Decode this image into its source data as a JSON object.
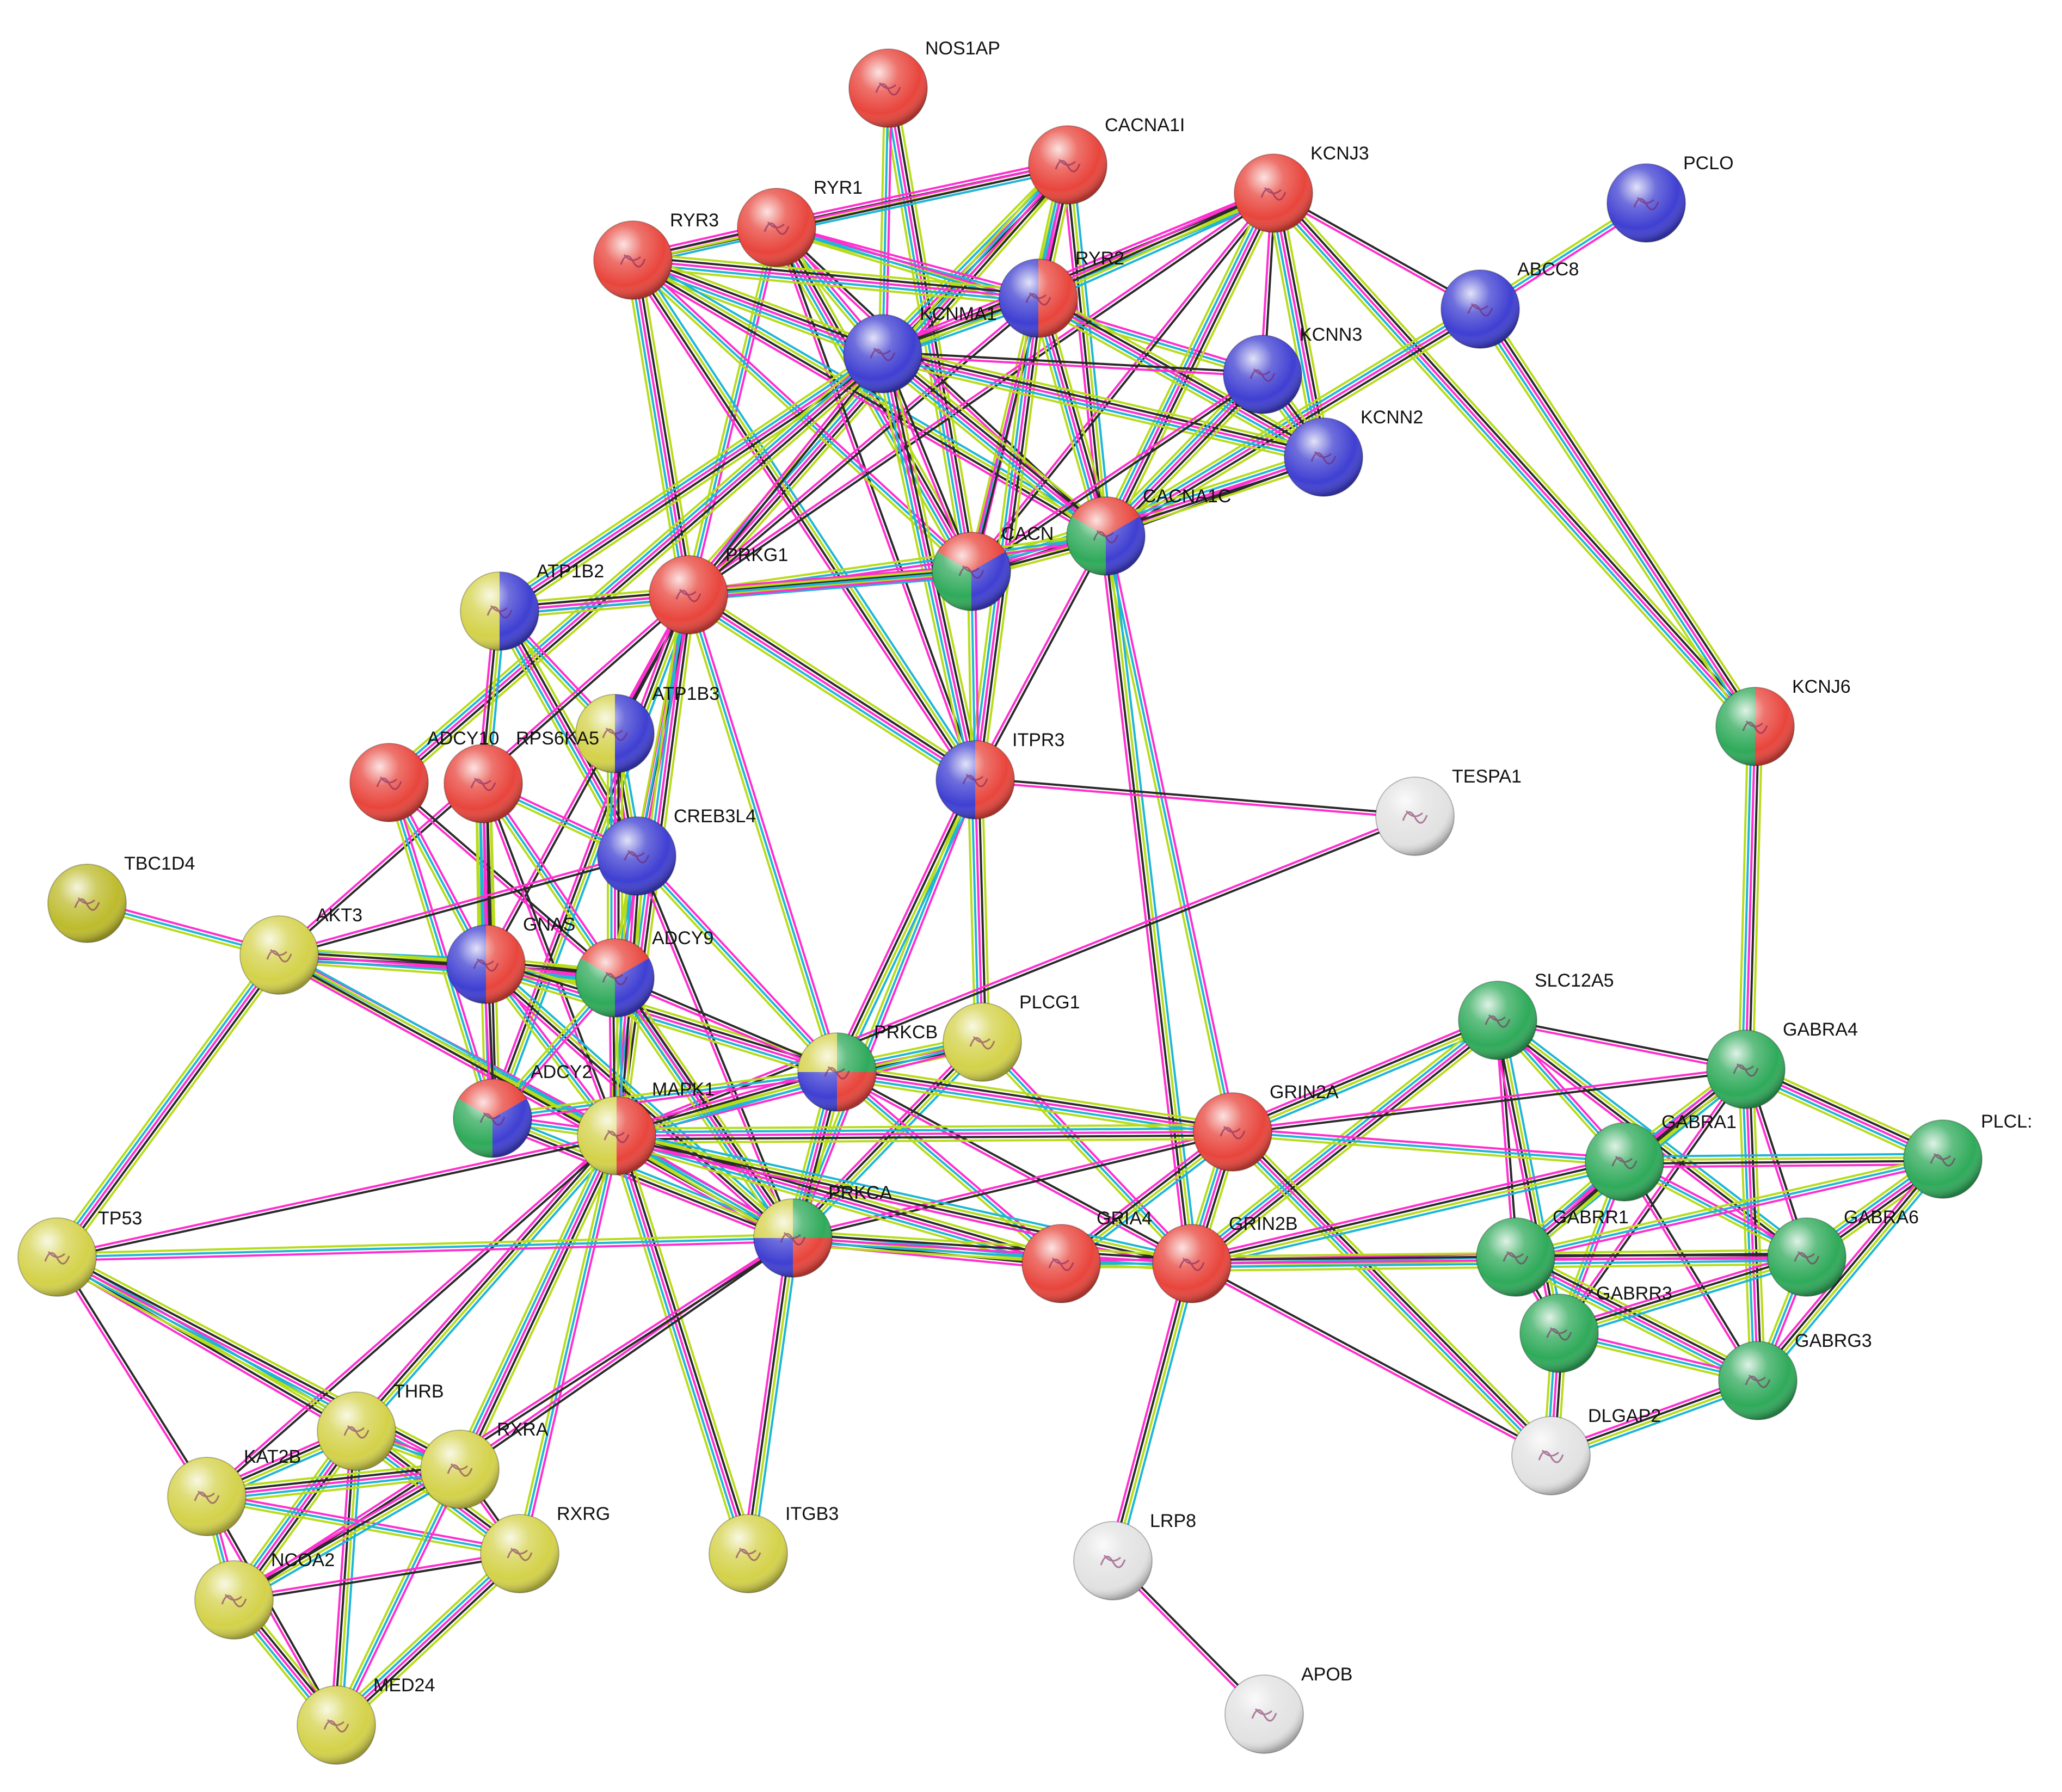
{
  "colors": {
    "red": "#e8453c",
    "blue": "#3f3fd2",
    "green": "#2faa5a",
    "yellow": "#d4d24a",
    "white": "#e2e2e2",
    "olive": "#bdbb2c",
    "edge": {
      "neighborhood": "#2a2a2a",
      "experimental": "#ff2fd0",
      "database": "#1fb6d6",
      "textmining": "#b8dc1a",
      "coexpression": "#1a1a1a",
      "homology": "#9a8cf0"
    }
  },
  "nodes": [
    {
      "id": "NOS1AP",
      "label": "NOS1AP",
      "colors": [
        "red"
      ]
    },
    {
      "id": "CACNA1I",
      "label": "CACNA1I",
      "colors": [
        "red"
      ]
    },
    {
      "id": "RYR1",
      "label": "RYR1",
      "colors": [
        "red"
      ]
    },
    {
      "id": "RYR3",
      "label": "RYR3",
      "colors": [
        "red"
      ]
    },
    {
      "id": "KCNJ3",
      "label": "KCNJ3",
      "colors": [
        "red"
      ]
    },
    {
      "id": "PCLO",
      "label": "PCLO",
      "colors": [
        "blue"
      ]
    },
    {
      "id": "RYR2",
      "label": "RYR2",
      "colors": [
        "blue",
        "red"
      ]
    },
    {
      "id": "KCNMA1",
      "label": "KCNMA1",
      "colors": [
        "blue"
      ]
    },
    {
      "id": "ABCC8",
      "label": "ABCC8",
      "colors": [
        "blue"
      ]
    },
    {
      "id": "KCNN3",
      "label": "KCNN3",
      "colors": [
        "blue"
      ]
    },
    {
      "id": "KCNN2",
      "label": "KCNN2",
      "colors": [
        "blue"
      ]
    },
    {
      "id": "CACNA1C",
      "label": "CACNA1C",
      "colors": [
        "green",
        "red",
        "blue"
      ]
    },
    {
      "id": "CACN",
      "label": "CACN",
      "colors": [
        "green",
        "red",
        "blue"
      ]
    },
    {
      "id": "ATP1B2",
      "label": "ATP1B2",
      "colors": [
        "yellow",
        "blue"
      ]
    },
    {
      "id": "PRKG1",
      "label": "PRKG1",
      "colors": [
        "red"
      ]
    },
    {
      "id": "ATP1B3",
      "label": "ATP1B3",
      "colors": [
        "yellow",
        "blue"
      ]
    },
    {
      "id": "ADCY10",
      "label": "ADCY10",
      "colors": [
        "red"
      ]
    },
    {
      "id": "RPS6KA5",
      "label": "RPS6KA5",
      "colors": [
        "red"
      ]
    },
    {
      "id": "KCNJ6",
      "label": "KCNJ6",
      "colors": [
        "green",
        "red"
      ]
    },
    {
      "id": "ITPR3",
      "label": "ITPR3",
      "colors": [
        "blue",
        "red"
      ]
    },
    {
      "id": "TESPA1",
      "label": "TESPA1",
      "colors": [
        "white"
      ]
    },
    {
      "id": "CREB3L4",
      "label": "CREB3L4",
      "colors": [
        "blue"
      ]
    },
    {
      "id": "TBC1D4",
      "label": "TBC1D4",
      "colors": [
        "olive"
      ]
    },
    {
      "id": "AKT3",
      "label": "AKT3",
      "colors": [
        "yellow"
      ]
    },
    {
      "id": "GNAS",
      "label": "GNAS",
      "colors": [
        "blue",
        "red"
      ]
    },
    {
      "id": "ADCY9",
      "label": "ADCY9",
      "colors": [
        "green",
        "red",
        "blue"
      ]
    },
    {
      "id": "SLC12A5",
      "label": "SLC12A5",
      "colors": [
        "green"
      ]
    },
    {
      "id": "PLCG1",
      "label": "PLCG1",
      "colors": [
        "yellow"
      ]
    },
    {
      "id": "GABRA4",
      "label": "GABRA4",
      "colors": [
        "green"
      ]
    },
    {
      "id": "PRKCB",
      "label": "PRKCB",
      "colors": [
        "green",
        "red",
        "blue",
        "yellow"
      ]
    },
    {
      "id": "ADCY2",
      "label": "ADCY2",
      "colors": [
        "green",
        "red",
        "blue"
      ]
    },
    {
      "id": "GRIN2A",
      "label": "GRIN2A",
      "colors": [
        "red"
      ]
    },
    {
      "id": "MAPK1",
      "label": "MAPK1",
      "colors": [
        "yellow",
        "red"
      ]
    },
    {
      "id": "GABRA1",
      "label": "GABRA1",
      "colors": [
        "green"
      ]
    },
    {
      "id": "PLCL1",
      "label": "PLCL:",
      "colors": [
        "green"
      ]
    },
    {
      "id": "PRKCA",
      "label": "PRKCA",
      "colors": [
        "green",
        "red",
        "blue",
        "yellow"
      ]
    },
    {
      "id": "GRIA4",
      "label": "GRIA4",
      "colors": [
        "red"
      ]
    },
    {
      "id": "GRIN2B",
      "label": "GRIN2B",
      "colors": [
        "red"
      ]
    },
    {
      "id": "GABRR1",
      "label": "GABRR1",
      "colors": [
        "green"
      ]
    },
    {
      "id": "GABRA6",
      "label": "GABRA6",
      "colors": [
        "green"
      ]
    },
    {
      "id": "TP53",
      "label": "TP53",
      "colors": [
        "yellow"
      ]
    },
    {
      "id": "GABRR3",
      "label": "GABRR3",
      "colors": [
        "green"
      ]
    },
    {
      "id": "GABRG3",
      "label": "GABRG3",
      "colors": [
        "green"
      ]
    },
    {
      "id": "THRB",
      "label": "THRB",
      "colors": [
        "yellow"
      ]
    },
    {
      "id": "DLGAP2",
      "label": "DLGAP2",
      "colors": [
        "white"
      ]
    },
    {
      "id": "KAT2B",
      "label": "KAT2B",
      "colors": [
        "yellow"
      ]
    },
    {
      "id": "RXRA",
      "label": "RXRA",
      "colors": [
        "yellow"
      ]
    },
    {
      "id": "RXRG",
      "label": "RXRG",
      "colors": [
        "yellow"
      ]
    },
    {
      "id": "ITGB3",
      "label": "ITGB3",
      "colors": [
        "yellow"
      ]
    },
    {
      "id": "LRP8",
      "label": "LRP8",
      "colors": [
        "white"
      ]
    },
    {
      "id": "NCOA2",
      "label": "NCOA2",
      "colors": [
        "yellow"
      ]
    },
    {
      "id": "MED24",
      "label": "MED24",
      "colors": [
        "yellow"
      ]
    },
    {
      "id": "APOB",
      "label": "APOB",
      "colors": [
        "white"
      ]
    }
  ],
  "edges": [
    [
      "NOS1AP",
      "CACN"
    ],
    [
      "NOS1AP",
      "KCNMA1"
    ],
    [
      "CACNA1I",
      "RYR1"
    ],
    [
      "CACNA1I",
      "RYR3"
    ],
    [
      "CACNA1I",
      "KCNMA1"
    ],
    [
      "CACNA1I",
      "CACN"
    ],
    [
      "CACNA1I",
      "CACNA1C"
    ],
    [
      "CACNA1I",
      "PRKG1"
    ],
    [
      "CACNA1I",
      "RYR2"
    ],
    [
      "RYR1",
      "RYR3"
    ],
    [
      "RYR1",
      "RYR2"
    ],
    [
      "RYR1",
      "KCNMA1"
    ],
    [
      "RYR1",
      "CACN"
    ],
    [
      "RYR1",
      "CACNA1C"
    ],
    [
      "RYR1",
      "PRKG1"
    ],
    [
      "RYR1",
      "ITPR3"
    ],
    [
      "RYR1",
      "KCNN3"
    ],
    [
      "RYR3",
      "RYR2"
    ],
    [
      "RYR3",
      "KCNMA1"
    ],
    [
      "RYR3",
      "CACN"
    ],
    [
      "RYR3",
      "CACNA1C"
    ],
    [
      "RYR3",
      "PRKG1"
    ],
    [
      "RYR3",
      "ITPR3"
    ],
    [
      "KCNJ3",
      "KCNMA1"
    ],
    [
      "KCNJ3",
      "KCNN3"
    ],
    [
      "KCNJ3",
      "KCNN2"
    ],
    [
      "KCNJ3",
      "CACN"
    ],
    [
      "KCNJ3",
      "CACNA1C"
    ],
    [
      "KCNJ3",
      "ABCC8"
    ],
    [
      "KCNJ3",
      "KCNJ6"
    ],
    [
      "KCNJ3",
      "RYR2"
    ],
    [
      "KCNJ3",
      "PRKG1"
    ],
    [
      "PCLO",
      "ABCC8"
    ],
    [
      "ABCC8",
      "KCNJ6"
    ],
    [
      "ABCC8",
      "CACNA1C"
    ],
    [
      "RYR2",
      "KCNMA1"
    ],
    [
      "RYR2",
      "CACN"
    ],
    [
      "RYR2",
      "CACNA1C"
    ],
    [
      "RYR2",
      "PRKG1"
    ],
    [
      "RYR2",
      "ITPR3"
    ],
    [
      "RYR2",
      "KCNN2"
    ],
    [
      "KCNMA1",
      "KCNN3"
    ],
    [
      "KCNMA1",
      "KCNN2"
    ],
    [
      "KCNMA1",
      "CACN"
    ],
    [
      "KCNMA1",
      "CACNA1C"
    ],
    [
      "KCNMA1",
      "PRKG1"
    ],
    [
      "KCNMA1",
      "ATP1B2"
    ],
    [
      "KCNMA1",
      "ADCY10"
    ],
    [
      "KCNMA1",
      "ITPR3"
    ],
    [
      "KCNN3",
      "KCNN2"
    ],
    [
      "KCNN3",
      "CACNA1C"
    ],
    [
      "KCNN3",
      "CACN"
    ],
    [
      "KCNN2",
      "CACNA1C"
    ],
    [
      "KCNN2",
      "CACN"
    ],
    [
      "CACNA1C",
      "CACN"
    ],
    [
      "CACNA1C",
      "PRKG1"
    ],
    [
      "CACNA1C",
      "ITPR3"
    ],
    [
      "CACNA1C",
      "GRIN2A"
    ],
    [
      "CACNA1C",
      "GRIN2B"
    ],
    [
      "CACN",
      "PRKG1"
    ],
    [
      "CACN",
      "ITPR3"
    ],
    [
      "CACN",
      "ATP1B2"
    ],
    [
      "ATP1B2",
      "PRKG1"
    ],
    [
      "ATP1B2",
      "ATP1B3"
    ],
    [
      "ATP1B2",
      "CREB3L4"
    ],
    [
      "ATP1B2",
      "RPS6KA5"
    ],
    [
      "PRKG1",
      "ATP1B3"
    ],
    [
      "PRKG1",
      "ITPR3"
    ],
    [
      "PRKG1",
      "CREB3L4"
    ],
    [
      "PRKG1",
      "GNAS"
    ],
    [
      "PRKG1",
      "ADCY9"
    ],
    [
      "PRKG1",
      "PRKCB"
    ],
    [
      "PRKG1",
      "ADCY2"
    ],
    [
      "PRKG1",
      "MAPK1"
    ],
    [
      "PRKG1",
      "AKT3"
    ],
    [
      "ATP1B3",
      "CREB3L4"
    ],
    [
      "ATP1B3",
      "ADCY9"
    ],
    [
      "ADCY10",
      "GNAS"
    ],
    [
      "ADCY10",
      "ADCY2"
    ],
    [
      "ADCY10",
      "ADCY9"
    ],
    [
      "RPS6KA5",
      "CREB3L4"
    ],
    [
      "RPS6KA5",
      "MAPK1"
    ],
    [
      "RPS6KA5",
      "GNAS"
    ],
    [
      "RPS6KA5",
      "PRKCA"
    ],
    [
      "RPS6KA5",
      "ADCY2"
    ],
    [
      "KCNJ6",
      "GABRA4"
    ],
    [
      "ITPR3",
      "TESPA1"
    ],
    [
      "ITPR3",
      "PLCG1"
    ],
    [
      "ITPR3",
      "PRKCA"
    ],
    [
      "ITPR3",
      "PRKCB"
    ],
    [
      "TESPA1",
      "MAPK1"
    ],
    [
      "CREB3L4",
      "AKT3"
    ],
    [
      "CREB3L4",
      "ADCY9"
    ],
    [
      "CREB3L4",
      "PRKCB"
    ],
    [
      "CREB3L4",
      "MAPK1"
    ],
    [
      "CREB3L4",
      "PRKCA"
    ],
    [
      "TBC1D4",
      "AKT3"
    ],
    [
      "AKT3",
      "GNAS"
    ],
    [
      "AKT3",
      "MAPK1"
    ],
    [
      "AKT3",
      "TP53"
    ],
    [
      "AKT3",
      "PRKCA"
    ],
    [
      "AKT3",
      "ADCY9"
    ],
    [
      "GNAS",
      "ADCY9"
    ],
    [
      "GNAS",
      "ADCY2"
    ],
    [
      "GNAS",
      "MAPK1"
    ],
    [
      "GNAS",
      "PRKCA"
    ],
    [
      "GNAS",
      "PRKCB"
    ],
    [
      "ADCY9",
      "ADCY2"
    ],
    [
      "ADCY9",
      "MAPK1"
    ],
    [
      "ADCY9",
      "PRKCA"
    ],
    [
      "ADCY9",
      "PRKCB"
    ],
    [
      "SLC12A5",
      "GABRA4"
    ],
    [
      "SLC12A5",
      "GABRA1"
    ],
    [
      "SLC12A5",
      "GABRR1"
    ],
    [
      "SLC12A5",
      "GABRR3"
    ],
    [
      "SLC12A5",
      "GABRA6"
    ],
    [
      "SLC12A5",
      "GRIN2A"
    ],
    [
      "SLC12A5",
      "GRIN2B"
    ],
    [
      "PLCG1",
      "PRKCB"
    ],
    [
      "PLCG1",
      "PRKCA"
    ],
    [
      "PLCG1",
      "MAPK1"
    ],
    [
      "PLCG1",
      "GRIN2B"
    ],
    [
      "GABRA4",
      "GABRA1"
    ],
    [
      "GABRA4",
      "GABRA6"
    ],
    [
      "GABRA4",
      "GABRG3"
    ],
    [
      "GABRA4",
      "GABRR1"
    ],
    [
      "GABRA4",
      "PLCL1"
    ],
    [
      "GABRA4",
      "GABRR3"
    ],
    [
      "GABRA4",
      "GRIN2A"
    ],
    [
      "PRKCB",
      "MAPK1"
    ],
    [
      "PRKCB",
      "PRKCA"
    ],
    [
      "PRKCB",
      "GRIN2A"
    ],
    [
      "PRKCB",
      "GRIA4"
    ],
    [
      "PRKCB",
      "GRIN2B"
    ],
    [
      "PRKCB",
      "ADCY2"
    ],
    [
      "ADCY2",
      "MAPK1"
    ],
    [
      "ADCY2",
      "PRKCA"
    ],
    [
      "GRIN2A",
      "GRIN2B"
    ],
    [
      "GRIN2A",
      "GRIA4"
    ],
    [
      "GRIN2A",
      "PRKCA"
    ],
    [
      "GRIN2A",
      "GABRA1"
    ],
    [
      "GRIN2A",
      "DLGAP2"
    ],
    [
      "GRIN2A",
      "MAPK1"
    ],
    [
      "MAPK1",
      "PRKCA"
    ],
    [
      "MAPK1",
      "TP53"
    ],
    [
      "MAPK1",
      "THRB"
    ],
    [
      "MAPK1",
      "RXRA"
    ],
    [
      "MAPK1",
      "RXRG"
    ],
    [
      "MAPK1",
      "ITGB3"
    ],
    [
      "MAPK1",
      "KAT2B"
    ],
    [
      "MAPK1",
      "GRIA4"
    ],
    [
      "MAPK1",
      "GRIN2B"
    ],
    [
      "GABRA1",
      "GABRR1"
    ],
    [
      "GABRA1",
      "GABRA6"
    ],
    [
      "GABRA1",
      "GABRR3"
    ],
    [
      "GABRA1",
      "GABRG3"
    ],
    [
      "GABRA1",
      "PLCL1"
    ],
    [
      "GABRA1",
      "GRIN2B"
    ],
    [
      "PLCL1",
      "GABRA6"
    ],
    [
      "PLCL1",
      "GABRG3"
    ],
    [
      "PLCL1",
      "GABRR1"
    ],
    [
      "PRKCA",
      "GRIA4"
    ],
    [
      "PRKCA",
      "GRIN2B"
    ],
    [
      "PRKCA",
      "TP53"
    ],
    [
      "PRKCA",
      "ITGB3"
    ],
    [
      "PRKCA",
      "RXRA"
    ],
    [
      "PRKCA",
      "NCOA2"
    ],
    [
      "GRIA4",
      "GRIN2B"
    ],
    [
      "GRIN2B",
      "LRP8"
    ],
    [
      "GRIN2B",
      "DLGAP2"
    ],
    [
      "GRIN2B",
      "GABRR1"
    ],
    [
      "GRIN2B",
      "GABRA6"
    ],
    [
      "GABRR1",
      "GABRR3"
    ],
    [
      "GABRR1",
      "GABRA6"
    ],
    [
      "GABRR1",
      "GABRG3"
    ],
    [
      "GABRA6",
      "GABRR3"
    ],
    [
      "GABRA6",
      "GABRG3"
    ],
    [
      "GABRR3",
      "GABRG3"
    ],
    [
      "GABRR3",
      "DLGAP2"
    ],
    [
      "GABRG3",
      "DLGAP2"
    ],
    [
      "TP53",
      "KAT2B"
    ],
    [
      "TP53",
      "THRB"
    ],
    [
      "TP53",
      "RXRA"
    ],
    [
      "THRB",
      "KAT2B"
    ],
    [
      "THRB",
      "RXRA"
    ],
    [
      "THRB",
      "NCOA2"
    ],
    [
      "THRB",
      "RXRG"
    ],
    [
      "THRB",
      "MED24"
    ],
    [
      "KAT2B",
      "RXRA"
    ],
    [
      "KAT2B",
      "NCOA2"
    ],
    [
      "KAT2B",
      "RXRG"
    ],
    [
      "KAT2B",
      "MED24"
    ],
    [
      "RXRA",
      "RXRG"
    ],
    [
      "RXRA",
      "NCOA2"
    ],
    [
      "RXRA",
      "MED24"
    ],
    [
      "RXRG",
      "NCOA2"
    ],
    [
      "RXRG",
      "MED24"
    ],
    [
      "NCOA2",
      "MED24"
    ],
    [
      "LRP8",
      "APOB"
    ]
  ]
}
